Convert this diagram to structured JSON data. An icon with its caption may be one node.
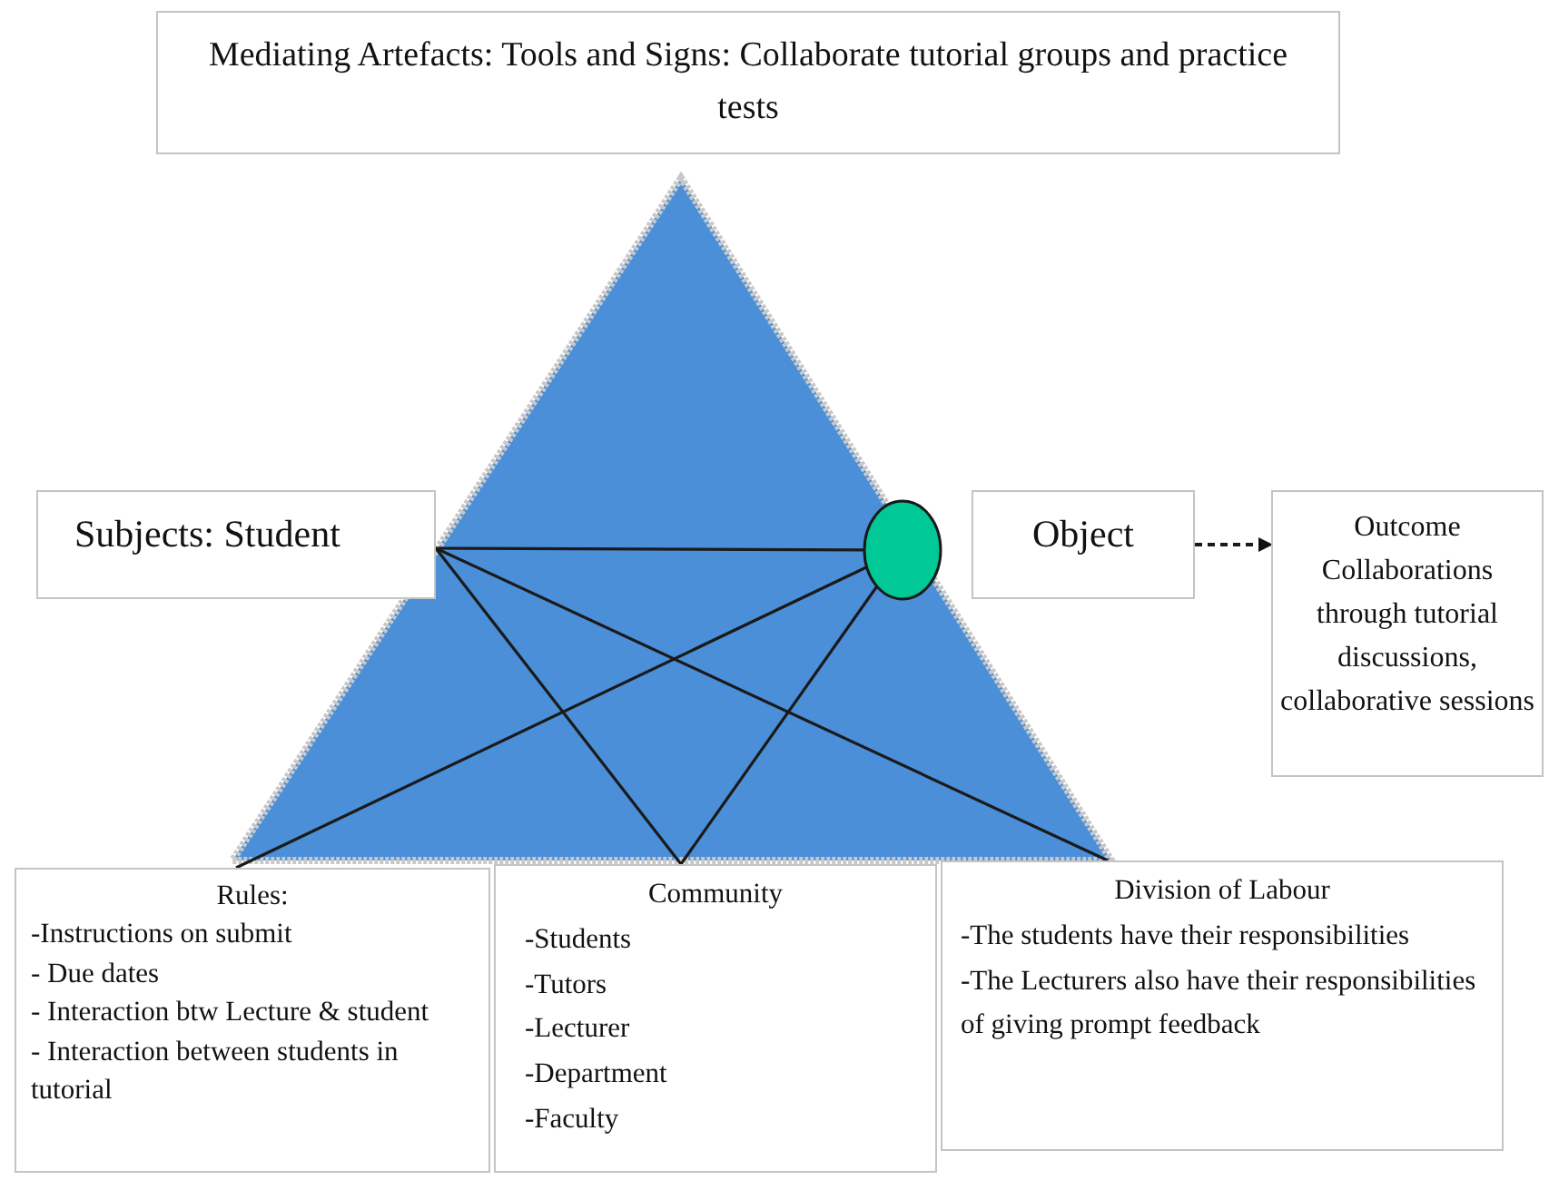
{
  "diagram": {
    "nodes": [
      {
        "text": [
          "Mediating Artefacts: Tools and Signs: Collaborate tutorial groups and practice tests"
        ]
      },
      {
        "text": [
          "Subjects: Student"
        ]
      },
      {
        "text": [],
        "shape": "circle"
      },
      {
        "text": [
          "Object"
        ]
      },
      {
        "text": [
          "Outcome",
          "Collaborations through tutorial discussions, collaborative sessions"
        ]
      },
      {
        "text": [
          "Rules:",
          "-Instructions on submit",
          "- Due dates",
          "- Interaction btw Lecture & student",
          "- Interaction between students in tutorial"
        ]
      },
      {
        "text": [
          "Community",
          "-Students",
          "-Tutors",
          "-Lecturer",
          "-Department",
          "-Faculty"
        ]
      },
      {
        "text": [
          "Division of Labour",
          "-The students have their responsibilities",
          "-The Lecturers also have their responsibilities of giving prompt feedback"
        ]
      }
    ],
    "edges": [
      {
        "from": 1,
        "to": 2,
        "arrow": "none"
      },
      {
        "from": 1,
        "to": 6,
        "arrow": "none"
      },
      {
        "from": 1,
        "to": 7,
        "arrow": "none"
      },
      {
        "from": 2,
        "to": 5,
        "arrow": "none"
      },
      {
        "from": 2,
        "to": 6,
        "arrow": "none"
      },
      {
        "from": 3,
        "to": 4,
        "arrow": "to",
        "style": "dashed"
      }
    ]
  }
}
